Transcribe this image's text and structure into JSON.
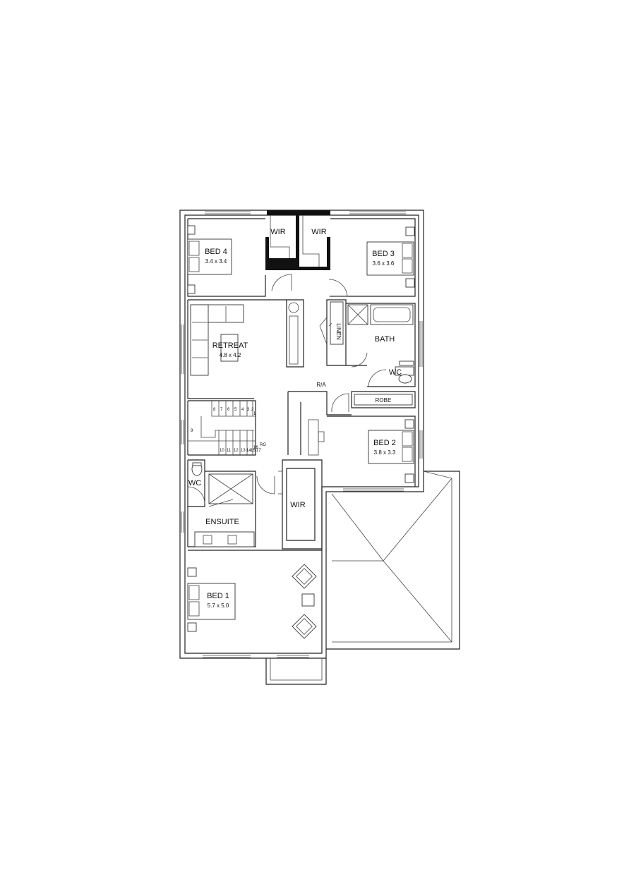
{
  "rooms": {
    "bed4": {
      "label": "BED 4",
      "dim": "3.4 x 3.4"
    },
    "bed3": {
      "label": "BED 3",
      "dim": "3.6 x 3.6"
    },
    "bed2": {
      "label": "BED 2",
      "dim": "3.8 x 3.3"
    },
    "bed1": {
      "label": "BED 1",
      "dim": "5.7 x 5.0"
    },
    "retreat": {
      "label": "RETREAT",
      "dim": "4.8 x 4.2"
    },
    "wir_left": {
      "label": "WIR"
    },
    "wir_right": {
      "label": "WIR"
    },
    "wir_master": {
      "label": "WIR"
    },
    "linen": {
      "label": "LINEN"
    },
    "bath": {
      "label": "BATH"
    },
    "wc_upper": {
      "label": "WC"
    },
    "wc_ensuite": {
      "label": "WC"
    },
    "robe": {
      "label": "ROBE"
    },
    "ra": {
      "label": "R/A"
    },
    "ensuite": {
      "label": "ENSUITE"
    }
  },
  "stairs": {
    "upper_flight": [
      "8",
      "7",
      "6",
      "5",
      "4",
      "3",
      "2",
      "1"
    ],
    "landing": "9",
    "lower_flight": [
      "10",
      "11",
      "12",
      "13",
      "14",
      "15",
      "16",
      "17"
    ],
    "end_mark": "RG"
  }
}
